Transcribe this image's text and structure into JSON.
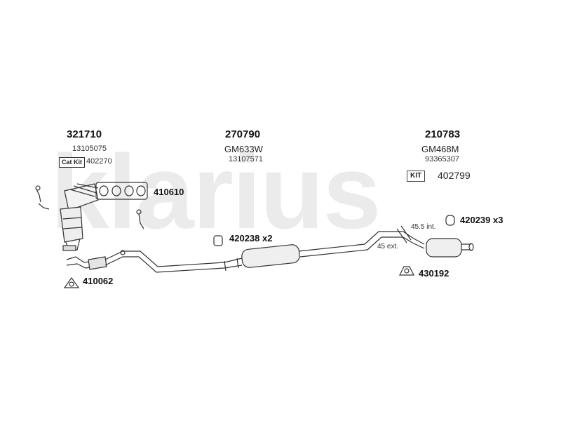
{
  "watermark": "klarius",
  "parts": {
    "manifold": {
      "number": "321710",
      "ref": "13105075",
      "kit_label": "Cat Kit",
      "kit_number": "402270"
    },
    "mid_pipe": {
      "number": "270790",
      "ref1": "GM633W",
      "ref2": "13107571"
    },
    "rear_box": {
      "number": "210783",
      "ref1": "GM468M",
      "ref2": "93365307",
      "kit_label": "KIT",
      "kit_number": "402799"
    }
  },
  "fittings": {
    "gasket_set": "410610",
    "front_gasket": "410062",
    "mount_mid": "420238 x2",
    "mount_rear": "420239 x3",
    "clamp_rear": "430192"
  },
  "notes": {
    "int": "45.5 int.",
    "ext": "45 ext."
  },
  "colors": {
    "line": "#333333",
    "watermark": "#ebebeb"
  }
}
